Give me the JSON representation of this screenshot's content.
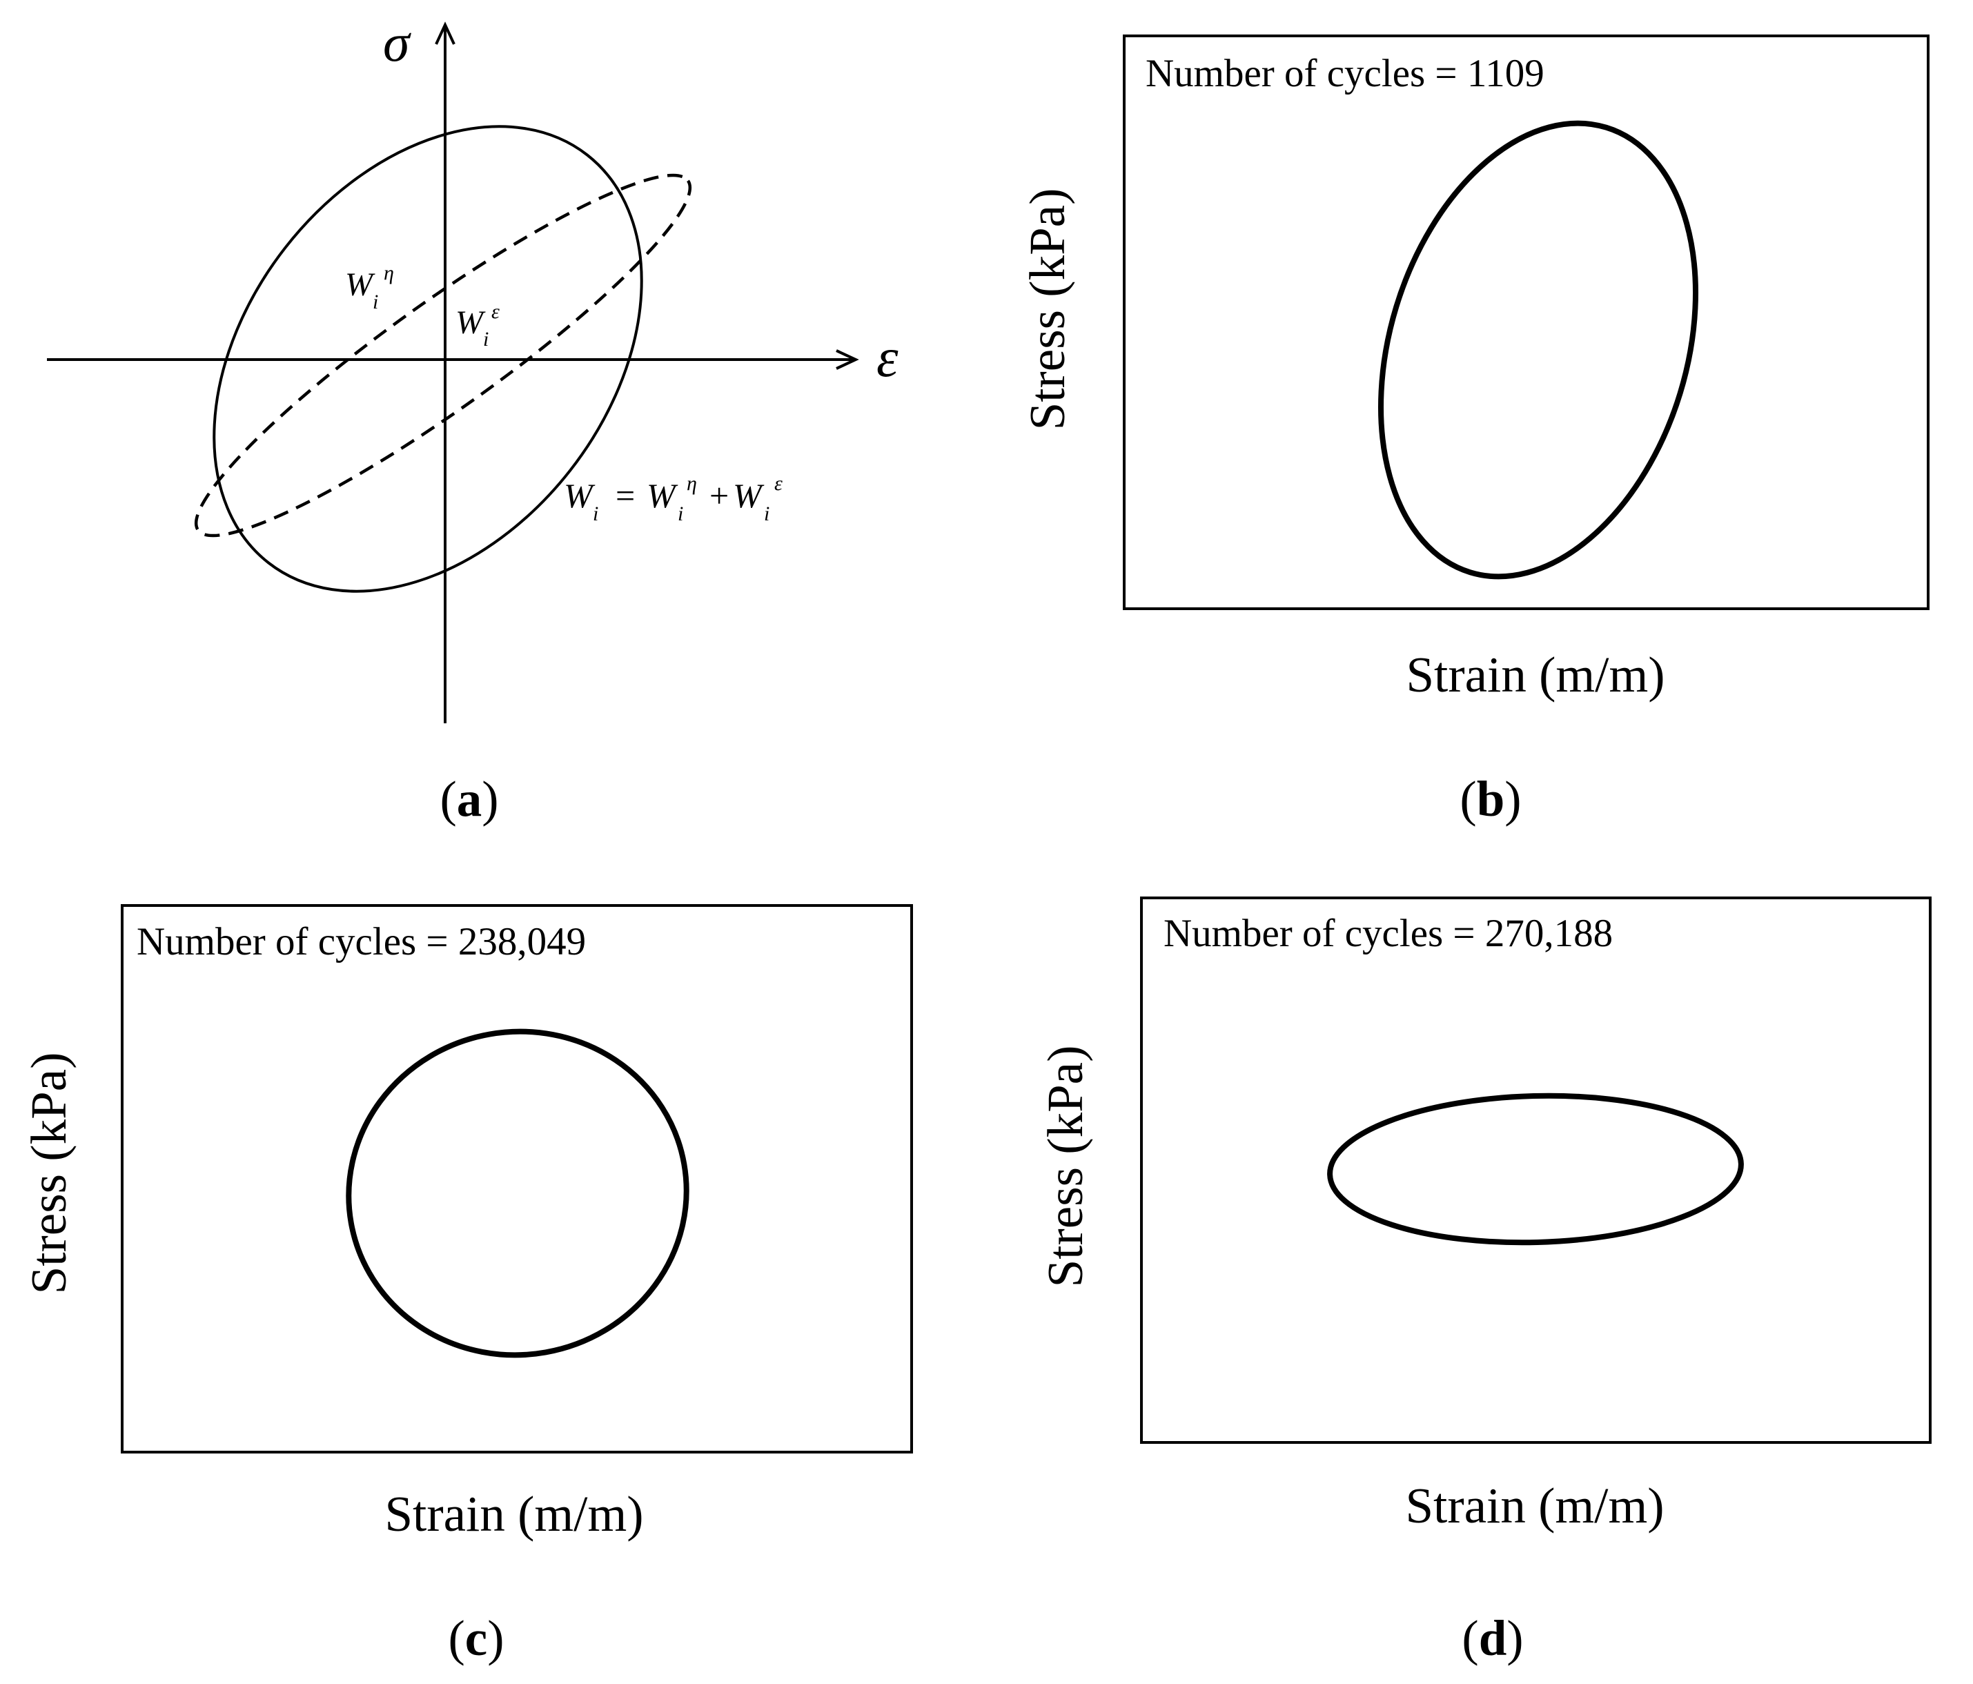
{
  "panel_a": {
    "sigma_label": "σ",
    "epsilon_label": "ε",
    "w_eta": {
      "base": "W",
      "sub": "i",
      "sup": "η"
    },
    "w_eps": {
      "base": "W",
      "sub": "i",
      "sup": "ε"
    },
    "equation": {
      "lhs_base": "W",
      "lhs_sub": "i",
      "eq": "=",
      "t1_base": "W",
      "t1_sub": "i",
      "t1_sup": "η",
      "plus": "+",
      "t2_base": "W",
      "t2_sub": "i",
      "t2_sup": "ε"
    },
    "caption_open": "(",
    "caption_letter": "a",
    "caption_close": ")"
  },
  "panel_b": {
    "cycles_label": "Number of cycles = 1109",
    "y_label": "Stress (kPa)",
    "x_label": "Strain (m/m)",
    "caption_open": "(",
    "caption_letter": "b",
    "caption_close": ")"
  },
  "panel_c": {
    "cycles_label": "Number of cycles = 238,049",
    "y_label": "Stress (kPa)",
    "x_label": "Strain (m/m)",
    "caption_open": "(",
    "caption_letter": "c",
    "caption_close": ")"
  },
  "panel_d": {
    "cycles_label": "Number of cycles = 270,188",
    "y_label": "Stress (kPa)",
    "x_label": "Strain (m/m)",
    "caption_open": "(",
    "caption_letter": "d",
    "caption_close": ")"
  },
  "colors": {
    "ink": "#000000",
    "background": "#ffffff"
  }
}
